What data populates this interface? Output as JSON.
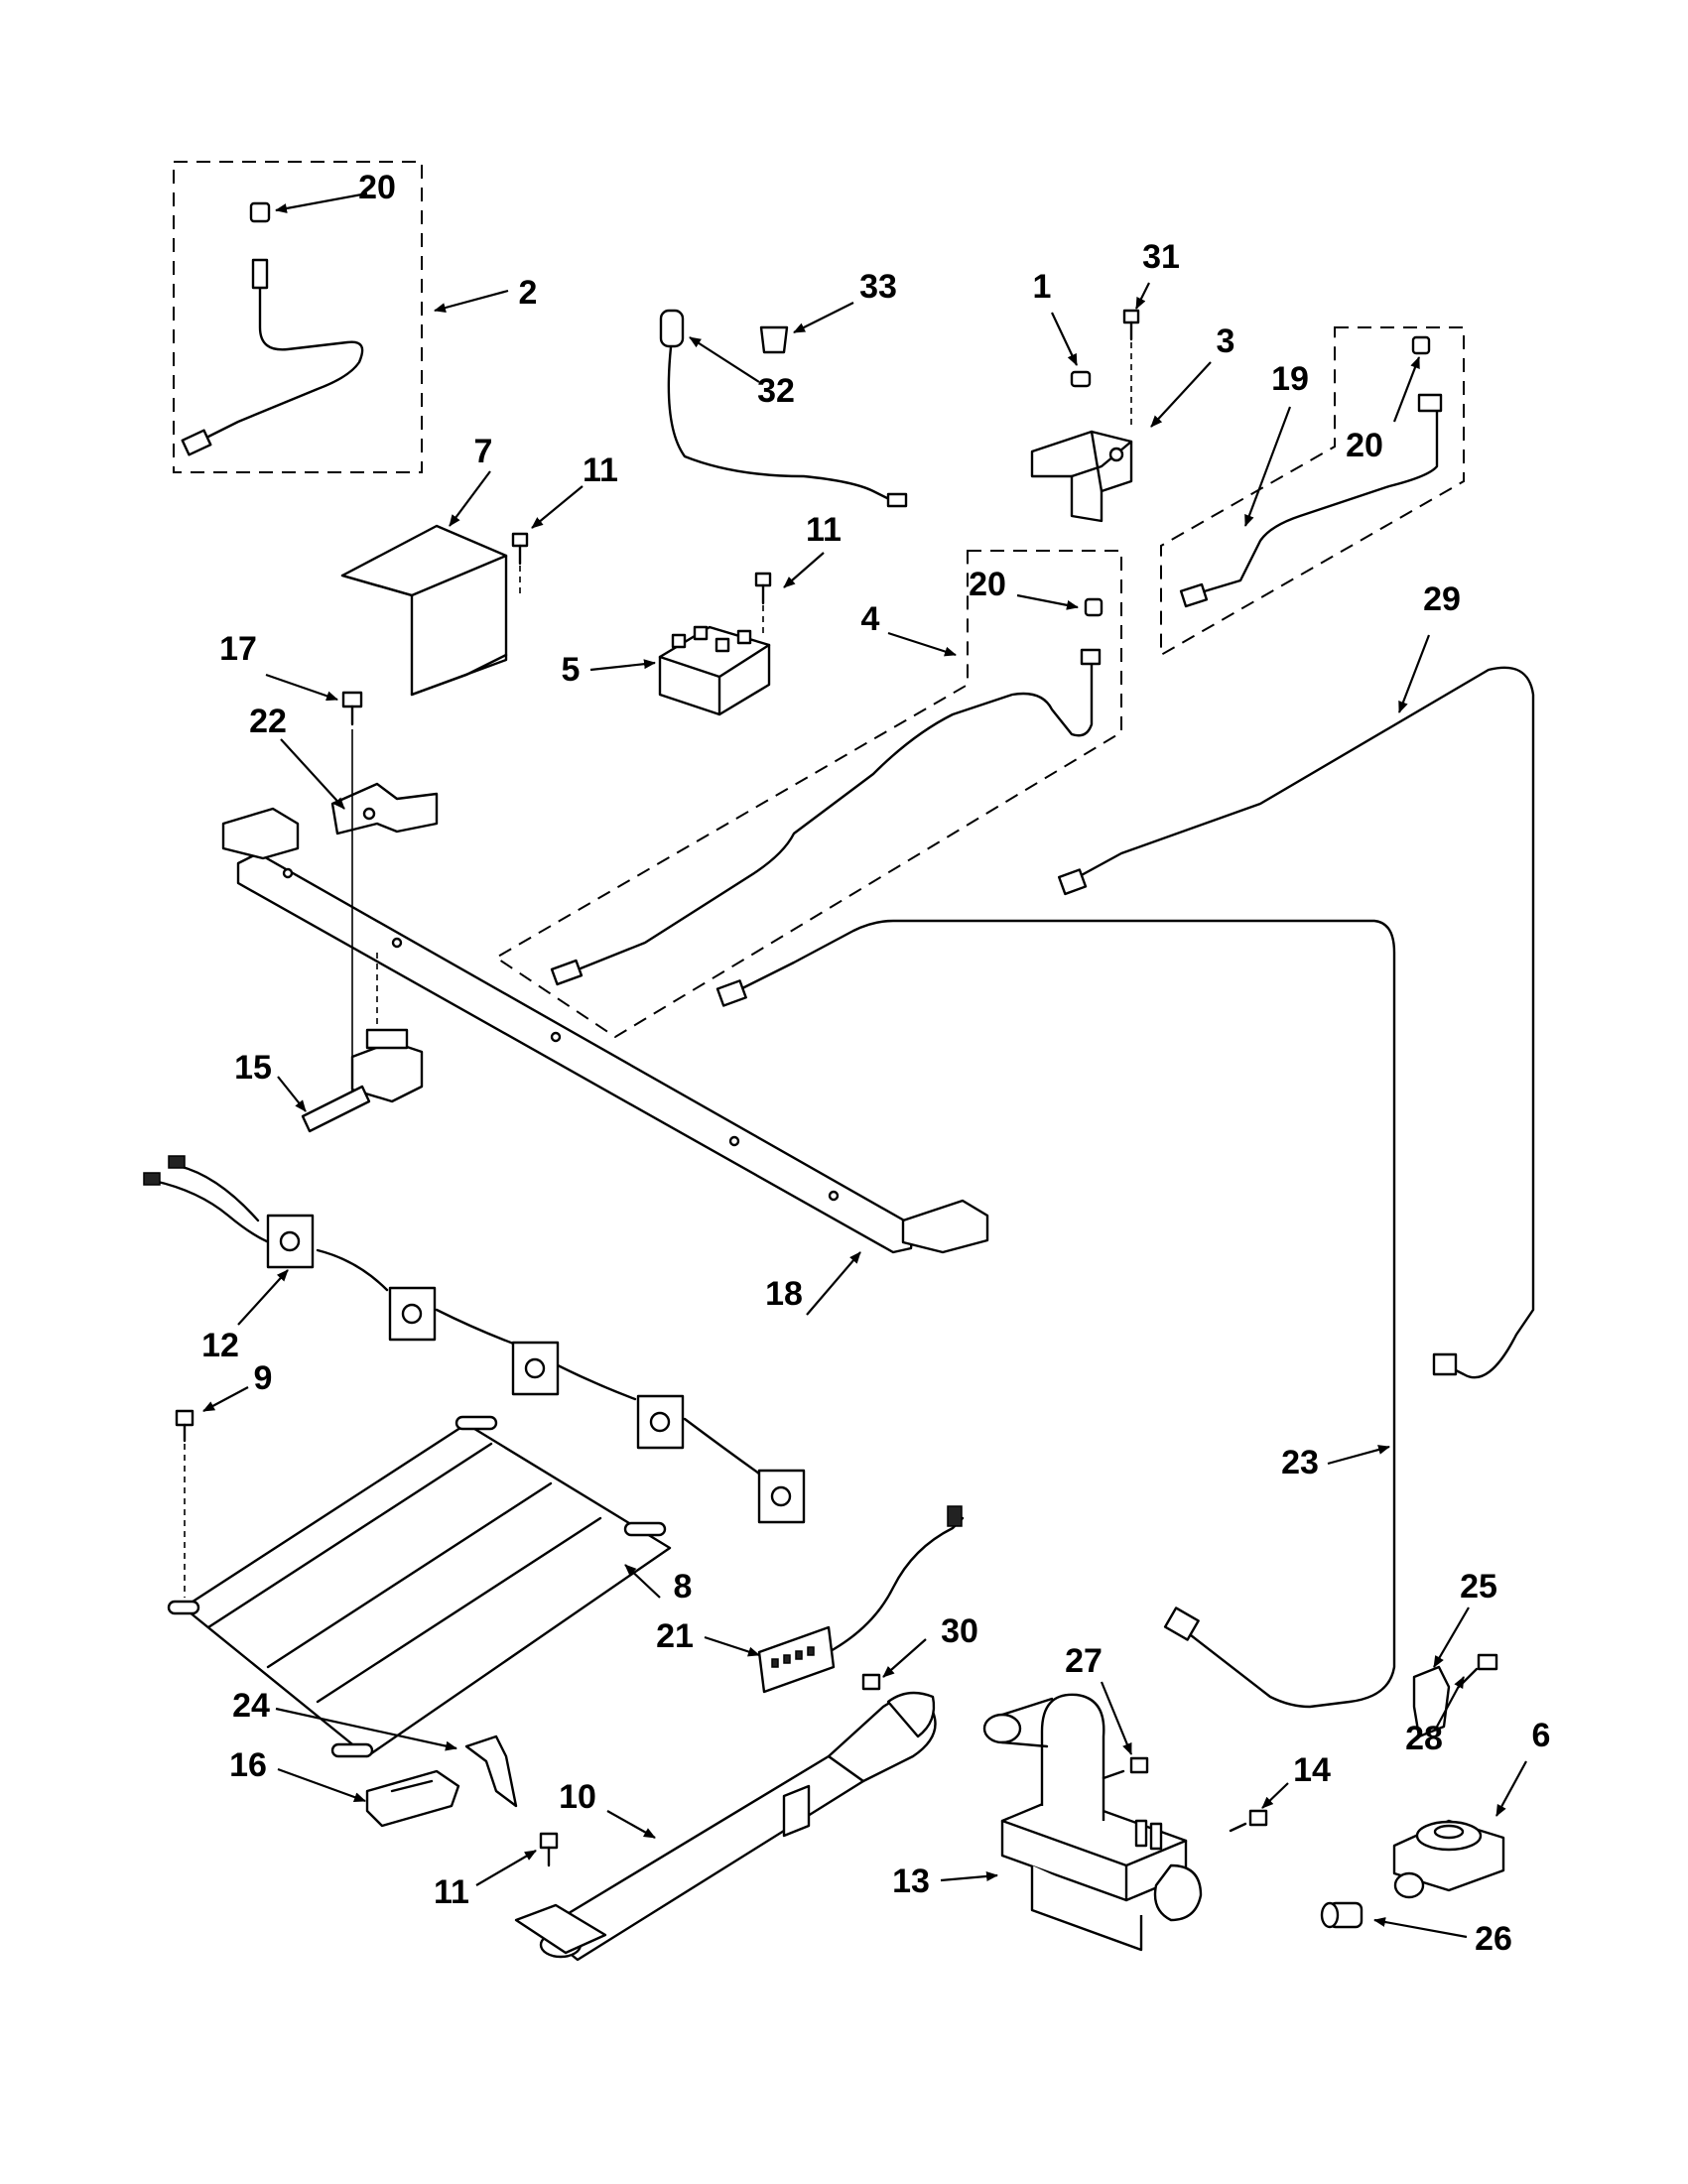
{
  "callouts": [
    "1",
    "2",
    "3",
    "4",
    "5",
    "6",
    "7",
    "8",
    "9",
    "10",
    "11",
    "11",
    "11",
    "12",
    "13",
    "14",
    "15",
    "16",
    "17",
    "18",
    "19",
    "20",
    "20",
    "20",
    "21",
    "22",
    "23",
    "24",
    "25",
    "26",
    "27",
    "28",
    "29",
    "30",
    "31",
    "32",
    "33"
  ]
}
